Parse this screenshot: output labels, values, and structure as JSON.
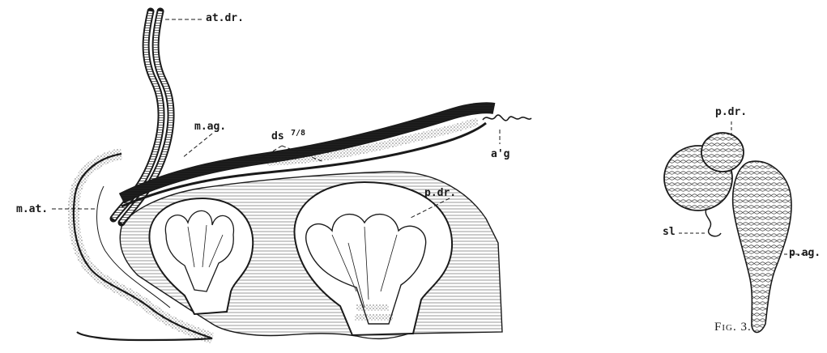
{
  "figure_left": {
    "labels": {
      "at_dr": "at.dr.",
      "m_ag": "m.ag.",
      "ds": "ds",
      "ds_small": "7/8",
      "a_g": "a'g",
      "p_dr": "p.dr.",
      "m_at": "m.at."
    }
  },
  "figure_right": {
    "labels": {
      "p_dr": "p.dr.",
      "sl": "sl",
      "p_ag": "p.ag."
    },
    "caption": "Fig. 3."
  },
  "colors": {
    "ink": "#1a1a1a",
    "paper": "#ffffff"
  }
}
